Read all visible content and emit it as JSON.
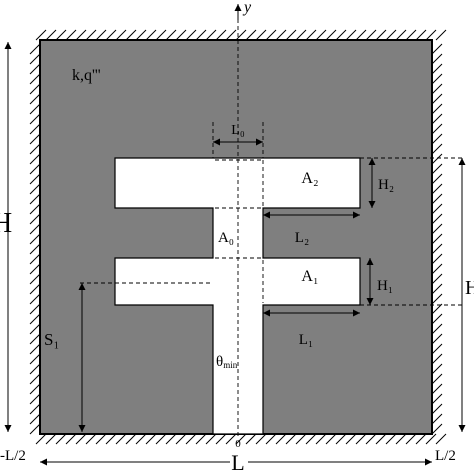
{
  "diagram": {
    "labels": {
      "material": "k,q'''",
      "y_axis": "y",
      "L0": "L₀",
      "A2": "A₂",
      "A1": "A₁",
      "A0": "A₀",
      "H2": "H₂",
      "H1": "H₁",
      "L2": "L₂",
      "L1": "L₁",
      "S1": "S₁",
      "theta": "θ",
      "theta_sub": "min",
      "H_left": "H",
      "H_right": "H",
      "origin": "0",
      "L_bottom": "L",
      "minus_half": "-L/2",
      "plus_half": "L/2"
    },
    "colors": {
      "conductor": "#ffffff",
      "body": "#7f7f7f",
      "outline": "#000000",
      "hatch": "#000000"
    }
  }
}
